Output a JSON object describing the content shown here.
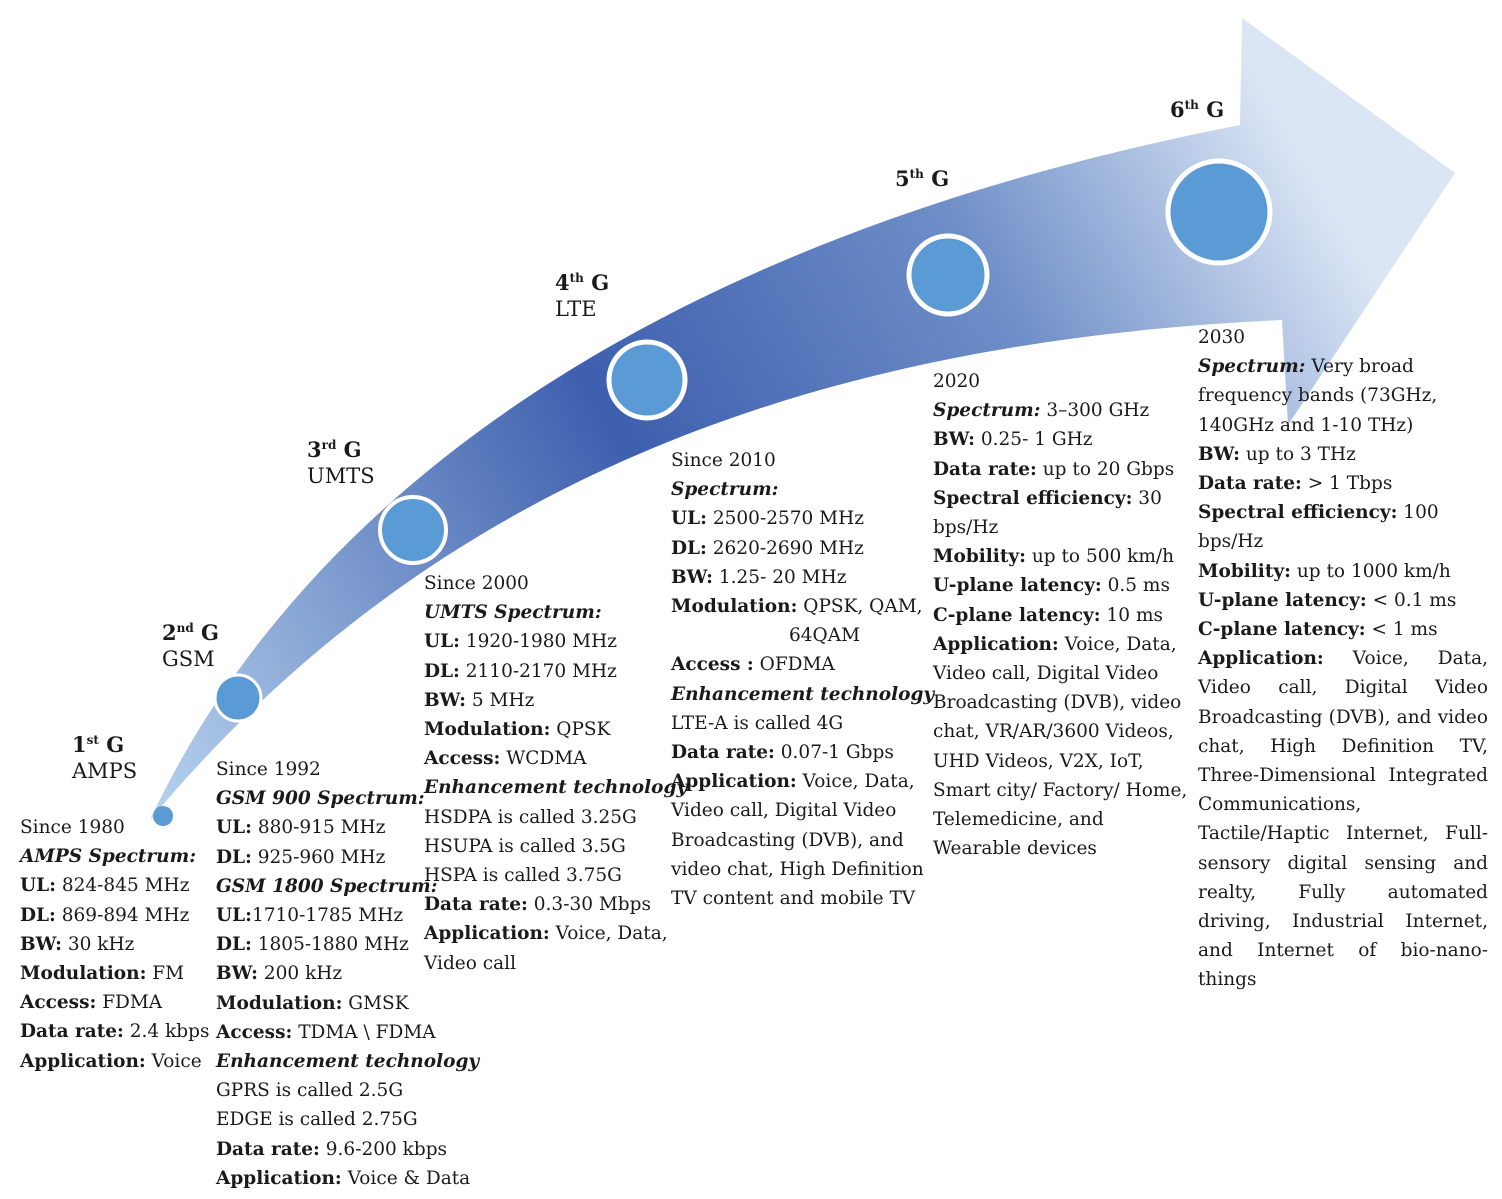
{
  "colors": {
    "arrow_dark": "#3e5fae",
    "arrow_light": "#b8d3ee",
    "circle_fill": "#5b9bd5",
    "circle_ring": "#ffffff"
  },
  "generations": [
    {
      "name": "1",
      "suffix": "st",
      "g": " G",
      "tech": "AMPS",
      "since": "Since 1980",
      "rows": [
        {
          "h": "AMPS Spectrum:"
        },
        {
          "b": "UL:",
          "t": " 824-845 MHz"
        },
        {
          "b": "DL:",
          "t": " 869-894 MHz"
        },
        {
          "b": "BW:",
          "t": " 30 kHz"
        },
        {
          "b": "Modulation:",
          "t": " FM"
        },
        {
          "b": "Access:",
          "t": " FDMA"
        },
        {
          "b": "Data rate:",
          "t": " 2.4 kbps"
        },
        {
          "b": "Application:",
          "t": " Voice"
        }
      ]
    },
    {
      "name": "2",
      "suffix": "nd",
      "g": " G",
      "tech": "GSM",
      "since": "Since 1992",
      "rows": [
        {
          "h": "GSM 900 Spectrum:"
        },
        {
          "b": "UL:",
          "t": " 880-915 MHz"
        },
        {
          "b": "DL:",
          "t": " 925-960 MHz"
        },
        {
          "h": "GSM 1800 Spectrum:"
        },
        {
          "b": "UL:",
          "t": "1710-1785 MHz"
        },
        {
          "b": "DL:",
          "t": " 1805-1880 MHz"
        },
        {
          "b": "BW:",
          "t": " 200 kHz"
        },
        {
          "b": "Modulation:",
          "t": " GMSK"
        },
        {
          "b": "Access:",
          "t": " TDMA \\ FDMA"
        },
        {
          "h": "Enhancement technology"
        },
        {
          "t": "GPRS is called 2.5G"
        },
        {
          "t": "EDGE is called 2.75G"
        },
        {
          "b": "Data rate:",
          "t": " 9.6-200 kbps"
        },
        {
          "b": "Application:",
          "t": " Voice & Data"
        }
      ]
    },
    {
      "name": "3",
      "suffix": "rd",
      "g": " G",
      "tech": "UMTS",
      "since": "Since 2000",
      "rows": [
        {
          "h": "UMTS Spectrum:"
        },
        {
          "b": "UL:",
          "t": " 1920-1980 MHz"
        },
        {
          "b": "DL:",
          "t": " 2110-2170 MHz"
        },
        {
          "b": "BW:",
          "t": " 5 MHz"
        },
        {
          "b": "Modulation:",
          "t": " QPSK"
        },
        {
          "b": "Access:",
          "t": " WCDMA"
        },
        {
          "h": "Enhancement technology"
        },
        {
          "t": " HSDPA is called 3.25G"
        },
        {
          "t": "HSUPA is called 3.5G"
        },
        {
          "t": "HSPA is called 3.75G"
        },
        {
          "b": "Data rate:",
          "t": " 0.3-30 Mbps"
        },
        {
          "b": "Application:",
          "t": " Voice, Data,"
        },
        {
          "t": "Video call"
        }
      ]
    },
    {
      "name": "4",
      "suffix": "th",
      "g": " G",
      "tech": "LTE",
      "since": "Since 2010",
      "rows": [
        {
          "h": "Spectrum:"
        },
        {
          "b": "UL:",
          "t": " 2500-2570 MHz"
        },
        {
          "b": "DL:",
          "t": " 2620-2690 MHz"
        },
        {
          "b": "BW:",
          "t": " 1.25- 20 MHz"
        },
        {
          "b": "Modulation:",
          "t": " QPSK, QAM,"
        },
        {
          "t": "64QAM",
          "indent": true
        },
        {
          "b": "Access :",
          "t": " OFDMA"
        },
        {
          "h": "Enhancement technology"
        },
        {
          "t": "LTE-A is called 4G"
        },
        {
          "b": "Data rate:",
          "t": " 0.07-1 Gbps"
        },
        {
          "b": "Application:",
          "t": " Voice, Data,"
        },
        {
          "t": "Video call, Digital Video"
        },
        {
          "t": "Broadcasting (DVB), and"
        },
        {
          "t": "video chat, High Definition"
        },
        {
          "t": "TV content and mobile TV"
        }
      ]
    },
    {
      "name": "5",
      "suffix": "th",
      "g": " G",
      "tech": "",
      "since": "2020",
      "rows": [
        {
          "hb": "Spectrum:",
          "t": " 3–300 GHz"
        },
        {
          "b": "BW:",
          "t": " 0.25- 1 GHz"
        },
        {
          "b": "Data rate:",
          "t": " up to 20 Gbps"
        },
        {
          "b": "Spectral efficiency:",
          "t": " 30"
        },
        {
          "t": "bps/Hz"
        },
        {
          "b": "Mobility:",
          "t": " up to 500 km/h"
        },
        {
          "b": "U-plane latency:",
          "t": " 0.5 ms"
        },
        {
          "b": "C-plane latency:",
          "t": " 10 ms"
        },
        {
          "b": "Application:",
          "t": " Voice, Data,"
        },
        {
          "t": "Video call, Digital Video"
        },
        {
          "t": "Broadcasting (DVB), video"
        },
        {
          "t": "chat, VR/AR/3600 Videos,"
        },
        {
          "t": "UHD Videos, V2X, IoT,"
        },
        {
          "t": "Smart city/ Factory/ Home,"
        },
        {
          "t": "Telemedicine, and"
        },
        {
          "t": "Wearable devices"
        }
      ]
    },
    {
      "name": "6",
      "suffix": "th",
      "g": " G",
      "tech": "",
      "since": "2030",
      "rows": [
        {
          "hb": "Spectrum:",
          "t": " Very broad"
        },
        {
          "t": "frequency bands (73GHz,"
        },
        {
          "t": "140GHz and 1-10 THz)"
        },
        {
          "b": "BW:",
          "t": " up to 3 THz"
        },
        {
          "b": "Data rate:",
          "t": " > 1 Tbps"
        },
        {
          "b": "Spectral efficiency:",
          "t": " 100"
        },
        {
          "t": "bps/Hz"
        },
        {
          "b": "Mobility:",
          "t": " up to 1000 km/h"
        },
        {
          "b": "U-plane latency:",
          "t": " < 0.1 ms"
        },
        {
          "b": "C-plane latency:",
          "t": " < 1 ms"
        },
        {
          "b": "Application:",
          "t": " Voice, Data, Video call, Digital Video Broadcasting (DVB), and video chat, High Definition TV, Three-Dimensional Integrated Communications, Tactile/Haptic Internet, Full-sensory digital sensing and realty, Fully automated driving, Industrial Internet, and Internet of bio-nano-things",
          "justify": true
        }
      ]
    }
  ]
}
